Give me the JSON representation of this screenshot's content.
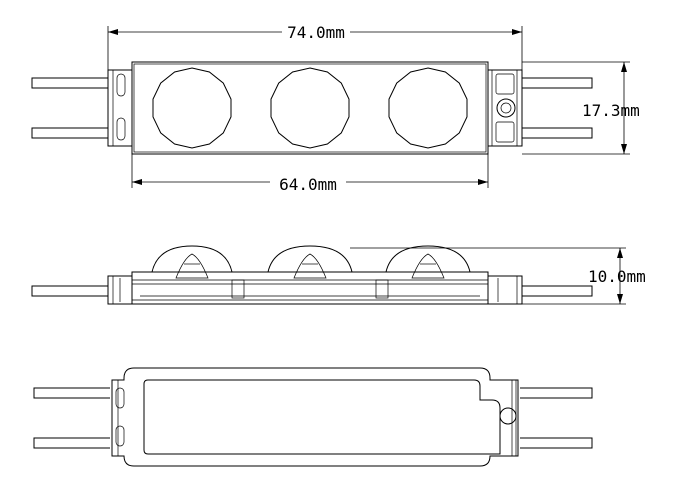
{
  "dimensions": {
    "overall_length": "74.0mm",
    "body_length": "64.0mm",
    "width": "17.3mm",
    "height": "10.0mm"
  },
  "colors": {
    "line": "#000000",
    "background": "#ffffff"
  }
}
